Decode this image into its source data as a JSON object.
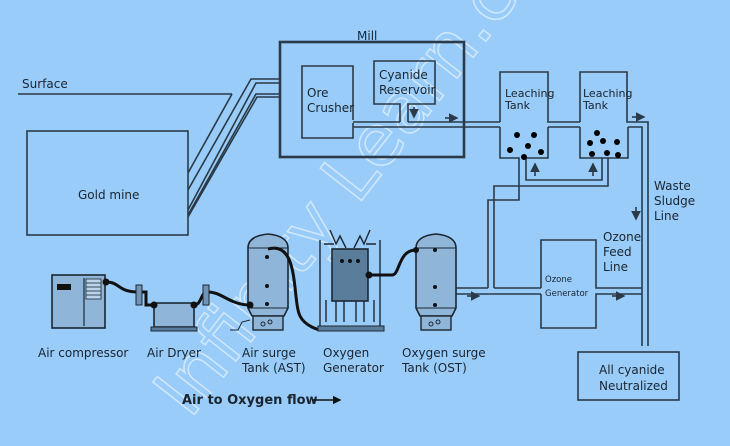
{
  "diagram": {
    "title_caption": "Air to Oxygen flow",
    "watermark": "Infinity Learn.com",
    "colors": {
      "background": "#99ccf9",
      "line": "#2a3a48",
      "equipment": "#8fb6d9",
      "equipment_dark": "#5b7d9c"
    },
    "labels": {
      "surface": "Surface",
      "gold_mine": "Gold mine",
      "mill": "Mill",
      "ore_crusher_1": "Ore",
      "ore_crusher_2": "Crusher",
      "cyanide_reservoir_1": "Cyanide",
      "cyanide_reservoir_2": "Reservoir",
      "leaching_tank_1a": "Leaching",
      "leaching_tank_1b": "Tank",
      "leaching_tank_2a": "Leaching",
      "leaching_tank_2b": "Tank",
      "waste_sludge_1": "Waste",
      "waste_sludge_2": "Sludge",
      "waste_sludge_3": "Line",
      "ozone_feed_1": "Ozone",
      "ozone_feed_2": "Feed",
      "ozone_feed_3": "Line",
      "ozone_gen_1": "Ozone",
      "ozone_gen_2": "Generator",
      "neutralized_1": "All cyanide",
      "neutralized_2": "Neutralized",
      "air_compressor": "Air compressor",
      "air_dryer": "Air Dryer",
      "ast_1": "Air surge",
      "ast_2": "Tank (AST)",
      "oxygen_gen_1": "Oxygen",
      "oxygen_gen_2": "Generator",
      "ost_1": "Oxygen surge",
      "ost_2": "Tank (OST)"
    },
    "arrow_glyph": "→"
  }
}
